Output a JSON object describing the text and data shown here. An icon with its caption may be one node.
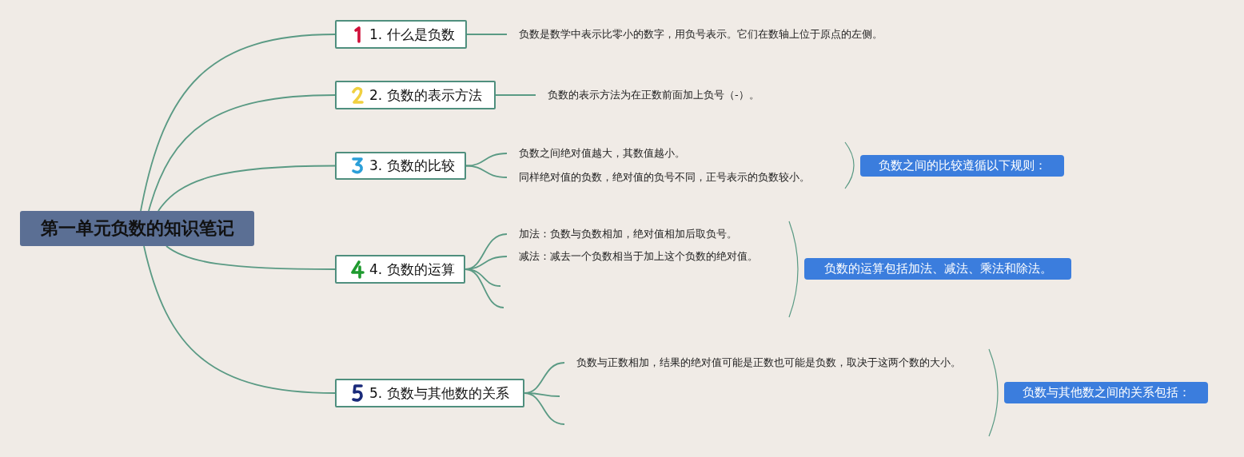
{
  "diagram": {
    "nodes": [
      {
        "text": [
          "第一单元负数的知识笔记"
        ]
      },
      {
        "text": [
          "1. 什么是负数"
        ]
      },
      {
        "text": [
          "2. 负数的表示方法"
        ]
      },
      {
        "text": [
          "3. 负数的比较"
        ]
      },
      {
        "text": [
          "4. 负数的运算"
        ]
      },
      {
        "text": [
          "5. 负数与其他数的关系"
        ]
      },
      {
        "text": [
          "负数是数学中表示比零小的数字，用负号表示。它们在数轴上位于原点的左侧。"
        ]
      },
      {
        "text": [
          "负数的表示方法为在正数前面加上负号（-）。"
        ]
      },
      {
        "text": [
          "负数之间绝对值越大，其数值越小。"
        ]
      },
      {
        "text": [
          "同样绝对值的负数，绝对值的负号不同，正号表示的负数较小。"
        ]
      },
      {
        "text": [
          "负数之间的比较遵循以下规则："
        ]
      },
      {
        "text": [
          "加法：负数与负数相加，绝对值相加后取负号。"
        ]
      },
      {
        "text": [
          "减法：减去一个负数相当于加上这个负数的绝对值。"
        ]
      },
      {
        "text": [
          "负数的运算包括加法、减法、乘法和除法。"
        ]
      },
      {
        "text": [
          "负数与正数相加，结果的绝对值可能是正数也可能是负数，取决于这两个数的大小。"
        ]
      },
      {
        "text": [
          "负数与其他数之间的关系包括："
        ]
      }
    ],
    "edges": [
      {
        "from": 0,
        "to": 1,
        "arrow": "none"
      },
      {
        "from": 0,
        "to": 2,
        "arrow": "none"
      },
      {
        "from": 0,
        "to": 3,
        "arrow": "none"
      },
      {
        "from": 0,
        "to": 4,
        "arrow": "none"
      },
      {
        "from": 0,
        "to": 5,
        "arrow": "none"
      },
      {
        "from": 1,
        "to": 6,
        "arrow": "none"
      },
      {
        "from": 2,
        "to": 7,
        "arrow": "none"
      },
      {
        "from": 3,
        "to": 8,
        "arrow": "none"
      },
      {
        "from": 3,
        "to": 9,
        "arrow": "none"
      },
      {
        "from": 4,
        "to": 11,
        "arrow": "none"
      },
      {
        "from": 4,
        "to": 12,
        "arrow": "none"
      },
      {
        "from": 4,
        "to": null,
        "arrow": "none"
      },
      {
        "from": 4,
        "to": null,
        "arrow": "none"
      },
      {
        "from": 5,
        "to": 14,
        "arrow": "none"
      },
      {
        "from": 5,
        "to": null,
        "arrow": "none"
      },
      {
        "from": 5,
        "to": null,
        "arrow": "none"
      }
    ]
  }
}
